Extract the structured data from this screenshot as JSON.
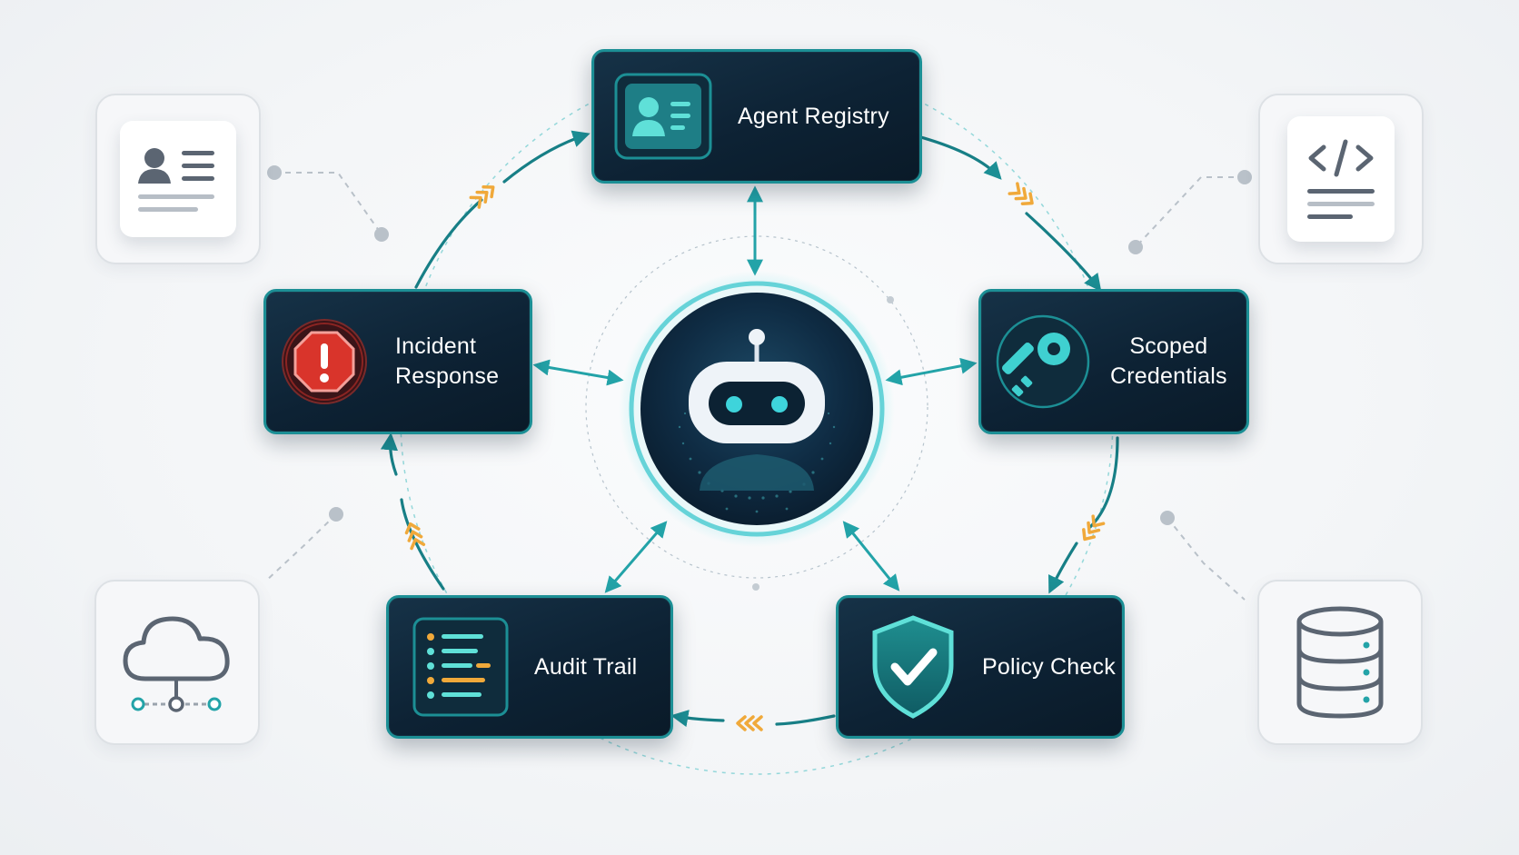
{
  "diagram": {
    "hub": {
      "icon": "robot-icon"
    },
    "nodes": [
      {
        "id": "agent-registry",
        "label": "Agent Registry",
        "icon": "id-card-icon"
      },
      {
        "id": "scoped-credentials",
        "label": "Scoped\nCredentials",
        "icon": "key-icon"
      },
      {
        "id": "policy-check",
        "label": "Policy Check",
        "icon": "shield-check-icon"
      },
      {
        "id": "audit-trail",
        "label": "Audit Trail",
        "icon": "log-list-icon"
      },
      {
        "id": "incident-response",
        "label": "Incident\nResponse",
        "icon": "alert-octagon-icon"
      }
    ],
    "side_cards": [
      {
        "id": "identity",
        "icon": "profile-card-icon"
      },
      {
        "id": "code",
        "icon": "code-file-icon"
      },
      {
        "id": "cloud",
        "icon": "cloud-network-icon"
      },
      {
        "id": "database",
        "icon": "database-icon"
      }
    ],
    "cycle_order": [
      "agent-registry",
      "scoped-credentials",
      "policy-check",
      "audit-trail",
      "incident-response",
      "agent-registry"
    ]
  },
  "colors": {
    "teal": "#1c8f95",
    "teal_light": "#3fd0d0",
    "node_bg": "#0d2234",
    "chevron": "#f0a93a",
    "alert_red": "#d9342b",
    "gray_icon": "#5b6572"
  }
}
